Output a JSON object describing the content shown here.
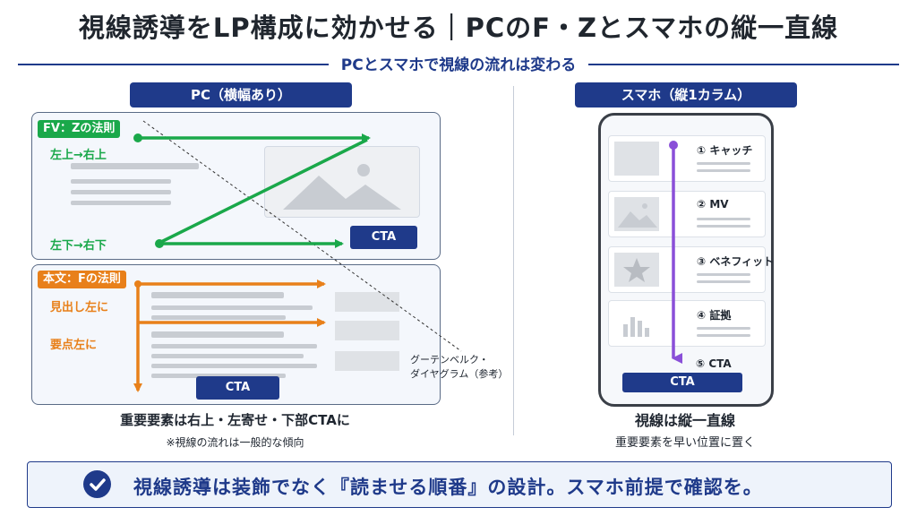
{
  "title": "視線誘導をLP構成に効かせる｜PCのF・Zとスマホの縦一直線",
  "subtitle": "PCとスマホで視線の流れは変わる",
  "pc": {
    "header": "PC（横幅あり）",
    "fv": {
      "tag": "FV：Zの法則",
      "label_top": "左上→右上",
      "label_bottom": "左下→右下",
      "cta": "CTA"
    },
    "body": {
      "tag": "本文：Fの法則",
      "label1": "見出し左に",
      "label2": "要点左に",
      "cta": "CTA"
    },
    "gutenberg": [
      "グーテンベルク・",
      "ダイヤグラム（参考）"
    ],
    "caption_main": "重要要素は右上・左寄せ・下部CTAに",
    "caption_note": "※視線の流れは一般的な傾向"
  },
  "sp": {
    "header": "スマホ（縦1カラム）",
    "items": [
      {
        "label": "① キャッチ",
        "icon": "image-placeholder-icon"
      },
      {
        "label": "② MV",
        "icon": "mountain-image-icon"
      },
      {
        "label": "③ ベネフィット",
        "icon": "star-icon"
      },
      {
        "label": "④ 証拠",
        "icon": "bar-chart-icon"
      },
      {
        "label": "⑤ CTA",
        "icon": ""
      }
    ],
    "cta": "CTA",
    "caption_main": "視線は縦一直線",
    "caption_sub": "重要要素を早い位置に置く"
  },
  "bottom_message": "視線誘導は装飾でなく『読ませる順番』の設計。スマホ前提で確認を。",
  "colors": {
    "navy": "#1f3a8a",
    "green": "#1aa84a",
    "orange": "#e8801a",
    "purple": "#8a4fd8"
  }
}
